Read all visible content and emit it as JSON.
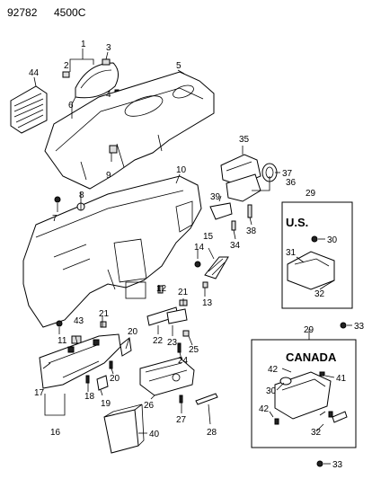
{
  "header": {
    "catalog_number": "92782",
    "figure_code": "4500C"
  },
  "regions": {
    "us": "U.S.",
    "canada": "CANADA"
  },
  "callouts": {
    "c1": "1",
    "c2": "2",
    "c3": "3",
    "c4": "4",
    "c5": "5",
    "c6": "6",
    "c7": "7",
    "c8": "8",
    "c9": "9",
    "c10": "10",
    "c11": "11",
    "c12": "12",
    "c13": "13",
    "c14": "14",
    "c15": "15",
    "c16": "16",
    "c17": "17",
    "c18": "18",
    "c19": "19",
    "c20a": "20",
    "c20b": "20",
    "c21a": "21",
    "c21b": "21",
    "c22": "22",
    "c23": "23",
    "c24": "24",
    "c25": "25",
    "c26": "26",
    "c27": "27",
    "c28": "28",
    "c29a": "29",
    "c29b": "29",
    "c30a": "30",
    "c30b": "30",
    "c31": "31",
    "c32a": "32",
    "c32b": "32",
    "c33a": "33",
    "c33b": "33",
    "c34": "34",
    "c35": "35",
    "c36": "36",
    "c37": "37",
    "c38": "38",
    "c39": "39",
    "c40": "40",
    "c41": "41",
    "c42a": "42",
    "c42b": "42",
    "c43": "43",
    "c44": "44"
  }
}
